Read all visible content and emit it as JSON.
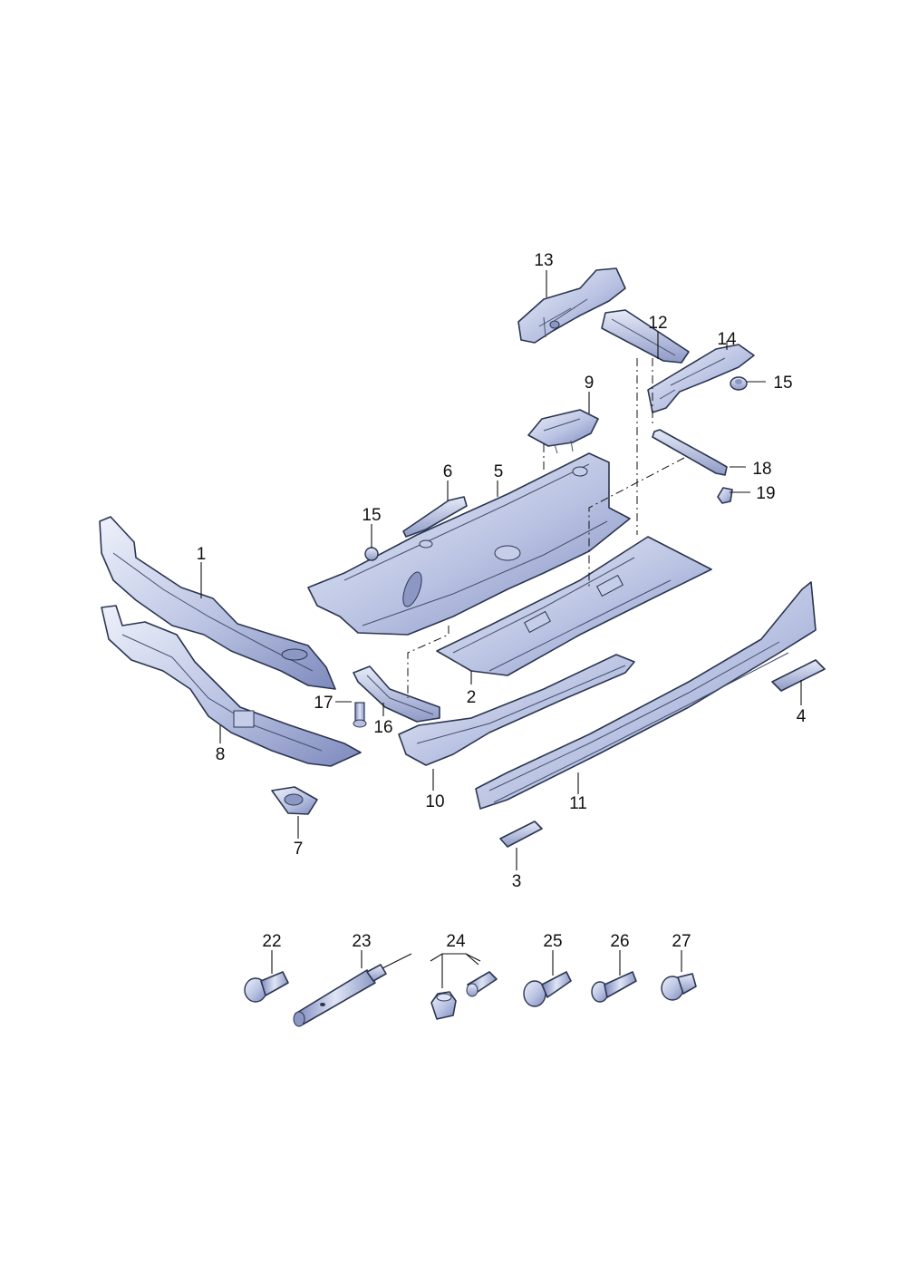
{
  "diagram": {
    "type": "exploded parts diagram",
    "colors": {
      "part_fill_light": "#dfe4f4",
      "part_fill_mid": "#b7c0e0",
      "part_fill_dark": "#8c97c4",
      "outline": "#2a3550"
    },
    "labels": {
      "p1": "1",
      "p2": "2",
      "p3": "3",
      "p4": "4",
      "p5": "5",
      "p6": "6",
      "p7": "7",
      "p8": "8",
      "p9": "9",
      "p10": "10",
      "p11": "11",
      "p12": "12",
      "p13": "13",
      "p14": "14",
      "p15a": "15",
      "p15b": "15",
      "p16": "16",
      "p17": "17",
      "p18": "18",
      "p19": "19",
      "p22": "22",
      "p23": "23",
      "p24": "24",
      "p25": "25",
      "p26": "26",
      "p27": "27"
    }
  }
}
